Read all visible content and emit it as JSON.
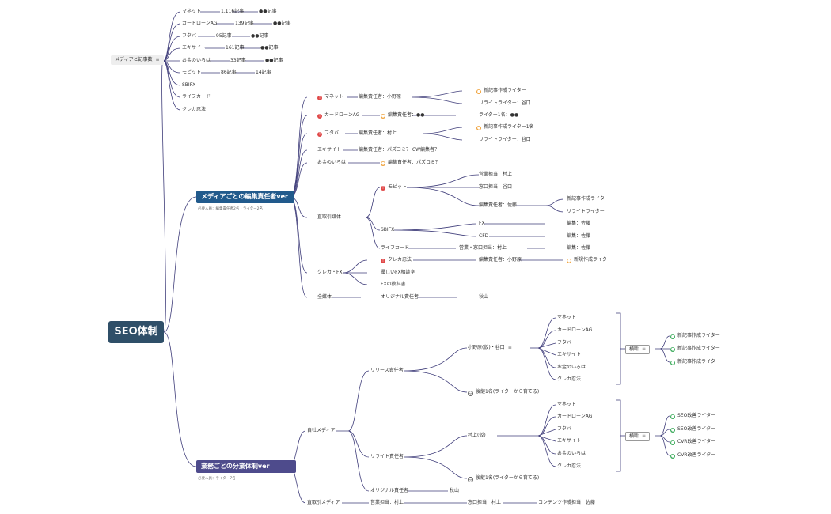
{
  "root": {
    "label": "SEO体制"
  },
  "media_counts": {
    "pill": "メディアと記事数",
    "rows": [
      {
        "name": "マネット",
        "count": "1,116記事",
        "extra": "●●記事"
      },
      {
        "name": "カードローンAG",
        "count": "139記事",
        "extra": "●●記事"
      },
      {
        "name": "フタバ",
        "count": "95記事",
        "extra": "●●記事"
      },
      {
        "name": "エキサイト",
        "count": "161記事",
        "extra": "●●記事"
      },
      {
        "name": "お金のいろは",
        "count": "33記事",
        "extra": "●●記事"
      },
      {
        "name": "モピット",
        "count": "86記事",
        "extra": "14記事"
      },
      {
        "name": "SBIFX",
        "count": "",
        "extra": ""
      },
      {
        "name": "ライフカード",
        "count": "",
        "extra": ""
      },
      {
        "name": "クレカ忍法",
        "count": "",
        "extra": ""
      }
    ]
  },
  "branch1": {
    "label": "メディアごとの編集責任者ver",
    "sub": "必要人員：編集責任者2名・ライター2名",
    "media": [
      {
        "name": "マネット",
        "editor": "編集責任者：小野原",
        "writers": [
          "新記事作成ライター",
          "リライトライター：谷口"
        ]
      },
      {
        "name": "カードローンAG",
        "editor": "編集責任者：●●",
        "writers": [
          "ライター1名：●●"
        ]
      },
      {
        "name": "フタバ",
        "editor": "編集責任者：村上",
        "writers": [
          "新記事作成ライター1名",
          "リライトライター：谷口"
        ]
      },
      {
        "name": "エキサイト",
        "editor": "編集責任者：パズコミ？ CW編集者？"
      },
      {
        "name": "お金のいろは",
        "editor": "編集責任者：パズコミ？"
      }
    ],
    "direct": {
      "label": "直取引媒体",
      "mobit": {
        "name": "モピット",
        "sales": "営業担当：村上",
        "window": "窓口担当：谷口",
        "editor": "編集責任者：佐藤",
        "writers": [
          "新記事作成ライター",
          "リライトライター"
        ]
      },
      "sbifx": {
        "name": "SBIFX",
        "rows": [
          {
            "name": "FX",
            "editor": "編集：佐藤"
          },
          {
            "name": "CFD",
            "editor": "編集：佐藤"
          }
        ]
      },
      "lifecard": {
        "name": "ライフカード",
        "info": "営業・窓口担当：村上",
        "editor": "編集：佐藤"
      }
    },
    "kureka": {
      "label": "クレカ・FX",
      "items": [
        "クレカ忍法",
        "優しいFX相談室",
        "FXの教科書"
      ],
      "editor": "編集責任者：小野原",
      "writer": "新規作成ライター"
    },
    "all": {
      "label": "全媒体",
      "role": "オリジナル責任者",
      "person": "秋山"
    }
  },
  "branch2": {
    "label": "業務ごとの分業体制ver",
    "sub": "必要人員：ライター7名",
    "own": "自社メディア",
    "release": {
      "label": "リリース責任者",
      "person": "小野原(仮)・谷口",
      "media": [
        "マネット",
        "カードローンAG",
        "フタバ",
        "エキサイト",
        "お金のいろは",
        "クレカ忍法"
      ],
      "box": "横断",
      "writers": [
        "新記事作成ライター",
        "新記事作成ライター",
        "新記事作成ライター"
      ],
      "successor": "後継1名(ライターから育てる)"
    },
    "rewrite": {
      "label": "リライト責任者",
      "person": "村上(仮)",
      "media": [
        "マネット",
        "カードローンAG",
        "フタバ",
        "エキサイト",
        "お金のいろは",
        "クレカ忍法"
      ],
      "box": "横断",
      "writers": [
        "SEO改善ライター",
        "SEO改善ライター",
        "CVR改善ライター",
        "CVR改善ライター"
      ],
      "successor": "後継1名(ライターから育てる)"
    },
    "original": {
      "role": "オリジナル責任者",
      "person": "秋山"
    },
    "direct": {
      "label": "直取引メディア",
      "sales": "営業担当：村上",
      "window": "窓口担当：村上",
      "content": "コンテンツ作成担当：佐藤"
    }
  },
  "colors": {
    "root": "#2f4f68",
    "branch1": "#215a8c",
    "branch2": "#4e4b8c",
    "line": "#3f3d7a"
  }
}
